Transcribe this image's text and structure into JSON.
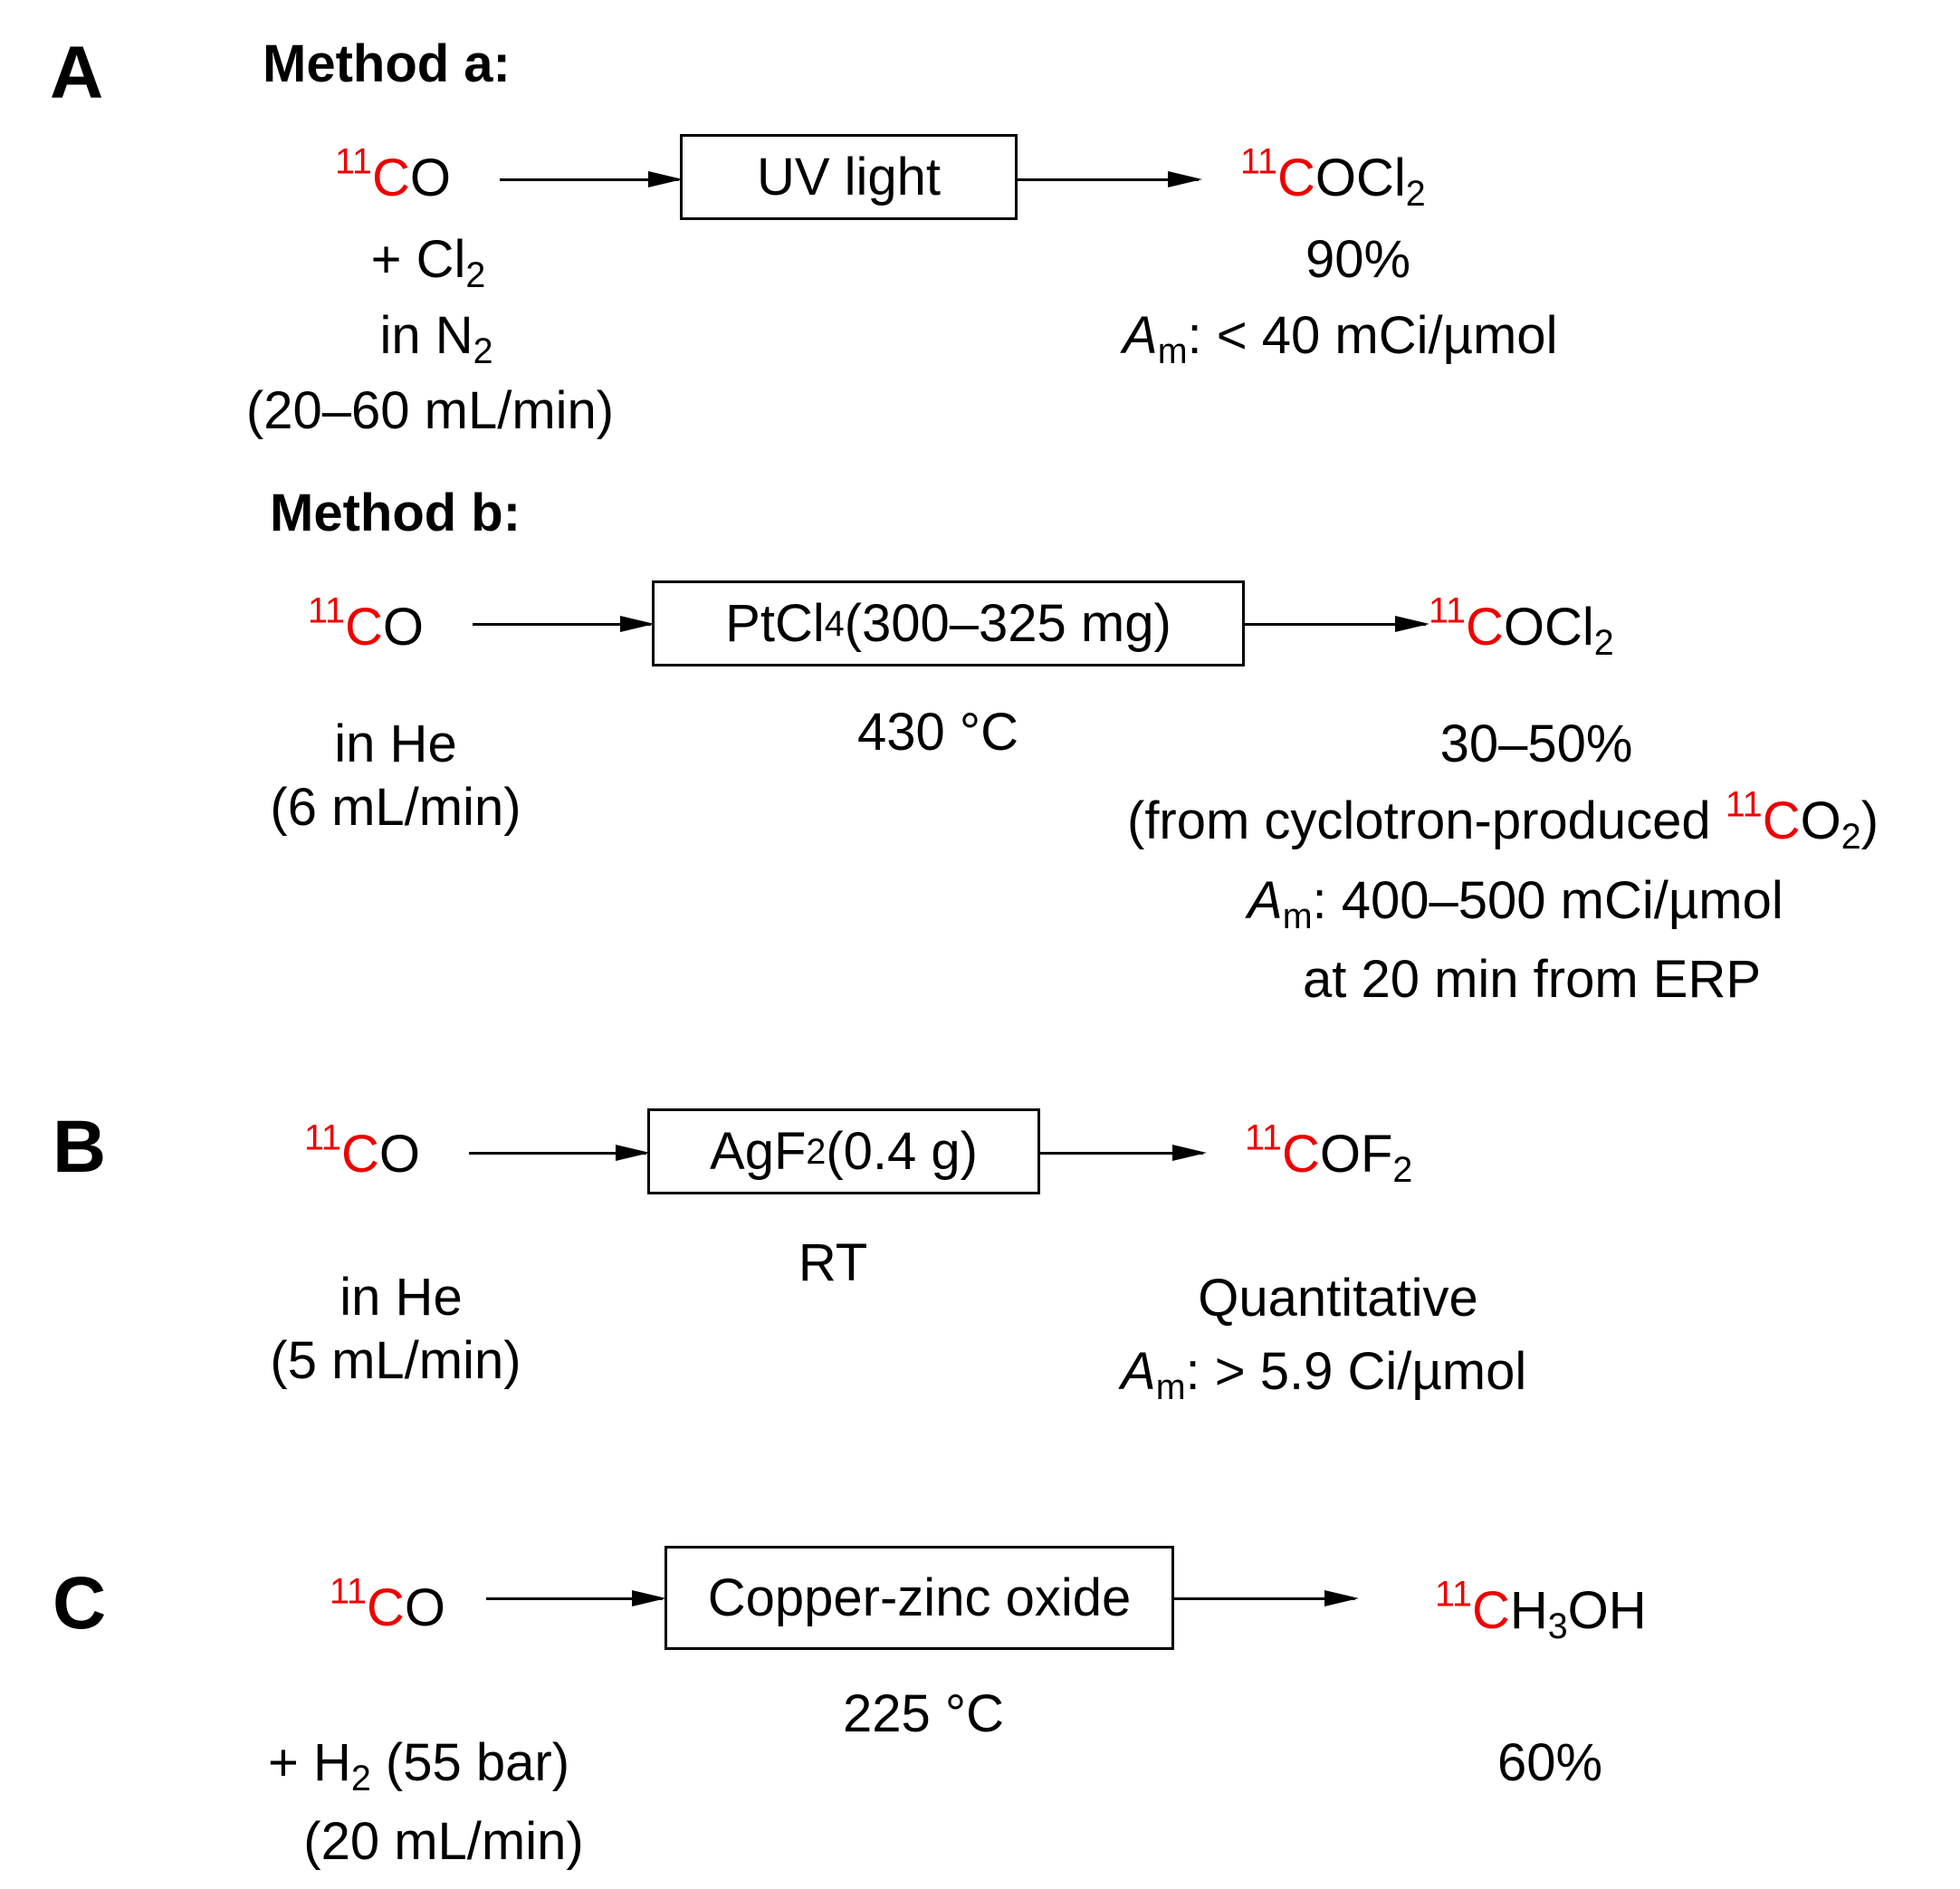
{
  "panels": {
    "a": "A",
    "b": "B",
    "c": "C"
  },
  "iso": {
    "mass": "11",
    "element": "C"
  },
  "A": {
    "method_a": {
      "heading": "Method a:",
      "reactant_tail": "O",
      "cond1_pre": "+ Cl",
      "cond1_sub": "2",
      "cond2_pre": "in N",
      "cond2_sub": "2",
      "cond3": "(20–60 mL/min)",
      "box": "UV light",
      "product_tail": "OCl",
      "product_sub": "2",
      "yield": "90%",
      "am_label": "A",
      "am_sub": "m",
      "am_value": ": < 40 mCi/µmol"
    },
    "method_b": {
      "heading": "Method b:",
      "reactant_tail": "O",
      "cond1": "in He",
      "cond2": "(6 mL/min)",
      "box_pre": "PtCl",
      "box_sub": "4",
      "box_post": " (300–325 mg)",
      "temp": "430 °C",
      "product_tail": "OCl",
      "product_sub": "2",
      "yield": "30–50%",
      "note_pre": "(from cyclotron-produced ",
      "note_tail": "O",
      "note_sub": "2",
      "note_close": ")",
      "am_label": "A",
      "am_sub": "m",
      "am_value": ": 400–500 mCi/µmol",
      "am_note": "at 20 min from ERP"
    }
  },
  "B": {
    "reactant_tail": "O",
    "cond1": "in He",
    "cond2": "(5 mL/min)",
    "box_pre": "AgF",
    "box_sub": "2",
    "box_post": " (0.4 g)",
    "temp": "RT",
    "product_tail": "OF",
    "product_sub": "2",
    "yield": "Quantitative",
    "am_label": "A",
    "am_sub": "m",
    "am_value": ": > 5.9 Ci/µmol"
  },
  "C": {
    "reactant_tail": "O",
    "cond1_pre": "+ H",
    "cond1_sub": "2",
    "cond1_post": " (55 bar)",
    "cond2": "(20 mL/min)",
    "box": "Copper-zinc oxide",
    "temp": "225 °C",
    "product_tail1": "H",
    "product_sub": "3",
    "product_tail2": "OH",
    "yield": "60%"
  },
  "colors": {
    "isotope": "#ee0000",
    "text": "#000000",
    "background": "#ffffff"
  }
}
